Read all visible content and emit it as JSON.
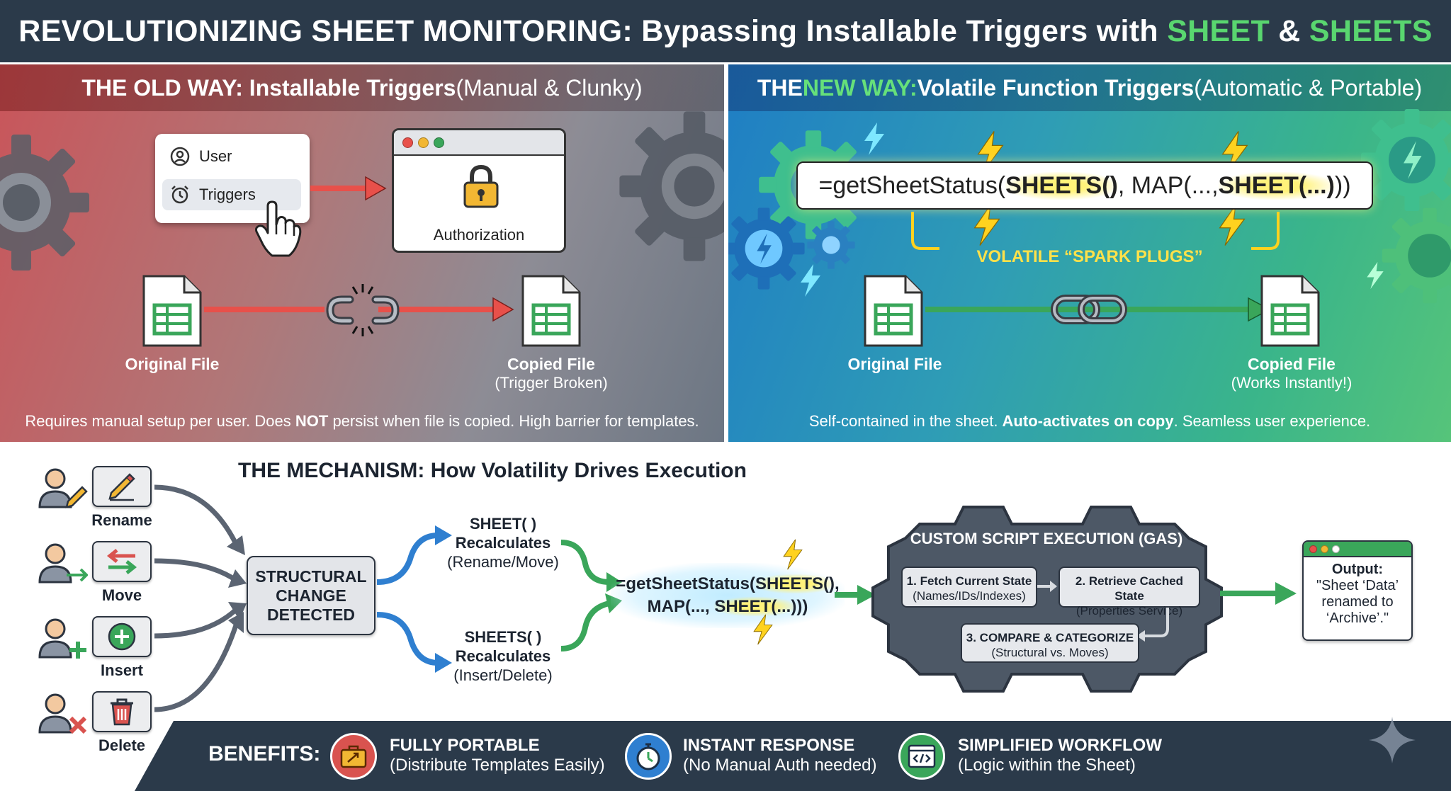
{
  "banner": {
    "title_prefix": "REVOLUTIONIZING SHEET MONITORING: Bypassing Installable Triggers with ",
    "sheet": "SHEET",
    "amp": " & ",
    "sheets": "SHEETS"
  },
  "old_way": {
    "heading_bold": "THE OLD WAY: Installable Triggers",
    "heading_normal": " (Manual & Clunky)",
    "menu": {
      "user": "User",
      "triggers": "Triggers"
    },
    "auth_label": "Authorization",
    "original_label": "Original File",
    "copied_label": "Copied File",
    "copied_sub": "(Trigger Broken)",
    "footer_pre": "Requires manual setup per user. Does ",
    "footer_bold": "NOT",
    "footer_post": " persist when file is copied. High barrier for templates."
  },
  "new_way": {
    "heading_the": "THE ",
    "heading_new": "NEW WAY:",
    "heading_bold": " Volatile Function Triggers",
    "heading_normal": " (Automatic & Portable)",
    "formula": {
      "part1": "=getSheetStatus(",
      "part2": "SHEETS()",
      "part3": ", MAP(..., ",
      "part4": "SHEET(...)",
      "part5": "))"
    },
    "spark_label": "VOLATILE “SPARK PLUGS”",
    "original_label": "Original File",
    "copied_label": "Copied File",
    "copied_sub": "(Works Instantly!)",
    "footer_pre": "Self-contained in the sheet. ",
    "footer_bold": "Auto-activates on copy",
    "footer_post": ". Seamless user experience."
  },
  "mechanism": {
    "title": "THE MECHANISM: How Volatility Drives Execution",
    "actions": [
      "Rename",
      "Move",
      "Insert",
      "Delete"
    ],
    "structural": [
      "STRUCTURAL",
      "CHANGE",
      "DETECTED"
    ],
    "sheet_recalc": {
      "fn": "SHEET( )",
      "verb": "Recalculates",
      "note": "(Rename/Move)"
    },
    "sheets_recalc": {
      "fn": "SHEETS( )",
      "verb": "Recalculates",
      "note": "(Insert/Delete)"
    },
    "formula": {
      "line1_a": "=getSheetStatus(",
      "line1_b": "SHEETS()",
      "line1_c": ",",
      "line2_a": "MAP(..., ",
      "line2_b": "SHEET(...)",
      "line2_c": "))"
    },
    "gas_title": "CUSTOM SCRIPT EXECUTION (GAS)",
    "steps": [
      {
        "title": "1. Fetch Current State",
        "sub": "(Names/IDs/Indexes)"
      },
      {
        "title": "2. Retrieve Cached State",
        "sub": "(Properties Service)"
      },
      {
        "title": "3. COMPARE & CATEGORIZE",
        "sub": "(Structural vs. Moves)"
      }
    ],
    "output": {
      "title": "Output:",
      "lines": [
        "\"Sheet ‘Data’",
        "renamed to",
        "‘Archive’.\""
      ]
    }
  },
  "benefits": {
    "label": "BENEFITS:",
    "items": [
      {
        "title": "FULLY PORTABLE",
        "sub": "(Distribute Templates Easily)",
        "icon": "briefcase-icon",
        "color": "#d9534f"
      },
      {
        "title": "INSTANT RESPONSE",
        "sub": "(No Manual Auth needed)",
        "icon": "stopwatch-icon",
        "color": "#2f7fd0"
      },
      {
        "title": "SIMPLIFIED WORKFLOW",
        "sub": "(Logic within the Sheet)",
        "icon": "code-window-icon",
        "color": "#3aa65a"
      }
    ]
  },
  "colors": {
    "banner_bg": "#2b3a4a",
    "accent_green": "#59d66f",
    "old_red": "#e8504a",
    "new_green": "#3aa65a",
    "arrow_blue": "#2f7fd0",
    "spark_yellow": "#ffd21f"
  }
}
